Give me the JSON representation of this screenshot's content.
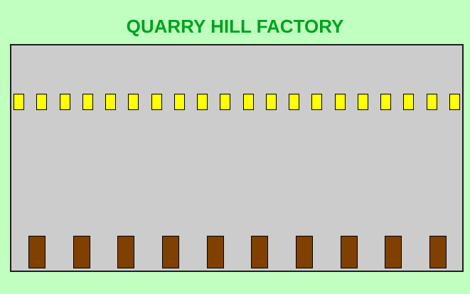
{
  "window": {
    "title": "QUARRY HILL FACTORY"
  },
  "theme": {
    "page_background": "#c0ffc0",
    "title_color": "#00a21e",
    "floor_background": "#cccccc",
    "floor_border": "#1f1f1f",
    "yellow_block_fill": "#ffff00",
    "yellow_block_border": "#000000",
    "brown_block_fill": "#804000",
    "brown_block_border": "#000000"
  },
  "factory_floor": {
    "yellow_blocks": {
      "count": 20
    },
    "brown_blocks": {
      "count": 10
    }
  }
}
